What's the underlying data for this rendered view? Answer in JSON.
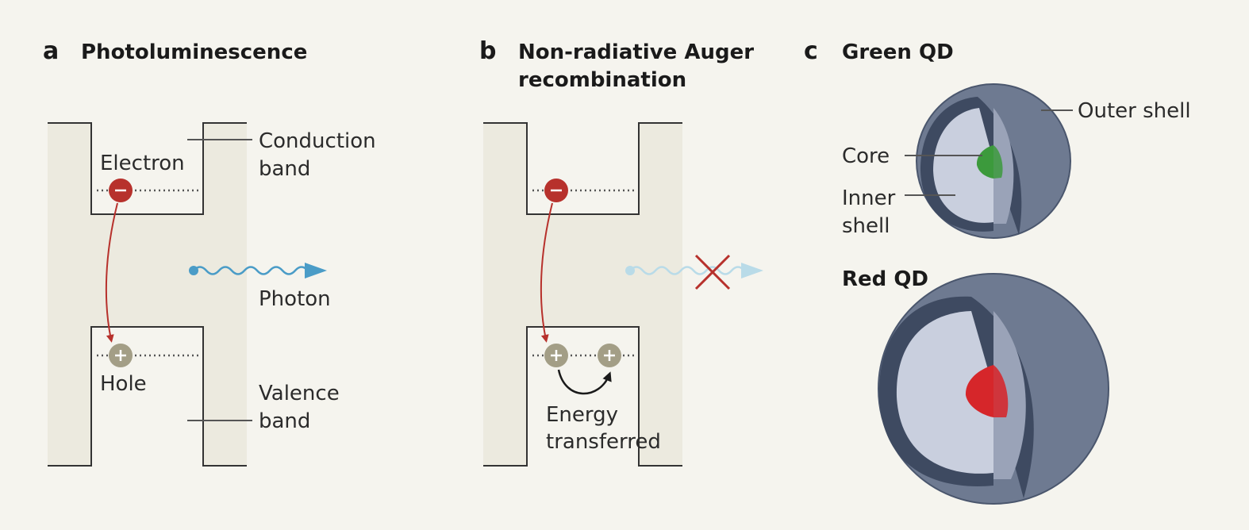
{
  "panels": {
    "a": {
      "letter": "a",
      "title": "Photoluminescence",
      "labels": {
        "electron": "Electron",
        "conduction_line1": "Conduction",
        "conduction_line2": "band",
        "photon": "Photon",
        "hole": "Hole",
        "valence_line1": "Valence",
        "valence_line2": "band"
      }
    },
    "b": {
      "letter": "b",
      "title_line1": "Non-radiative Auger",
      "title_line2": "recombination",
      "labels": {
        "energy_line1": "Energy",
        "energy_line2": "transferred"
      }
    },
    "c": {
      "letter": "c",
      "green_title": "Green QD",
      "red_title": "Red QD",
      "labels": {
        "outer_shell": "Outer shell",
        "core": "Core",
        "inner_line1": "Inner",
        "inner_line2": "shell"
      }
    }
  },
  "colors": {
    "background": "#f5f4ee",
    "band_fill": "#eceadf",
    "electron": "#b7312c",
    "hole": "#a39e86",
    "photon": "#4a9cc7",
    "photon_faded": "#b9dbe8",
    "cross": "#b7312c",
    "outer_shell": "#6e7a91",
    "outer_shell_dark": "#3e4a61",
    "inner_shell": "#c9cfde",
    "green_core": "#3c9a3c",
    "red_core": "#d6262a"
  },
  "icons": {
    "electron": "minus-circle-icon",
    "hole": "plus-circle-icon",
    "photon": "wavy-arrow-icon",
    "blocked": "cross-icon"
  }
}
